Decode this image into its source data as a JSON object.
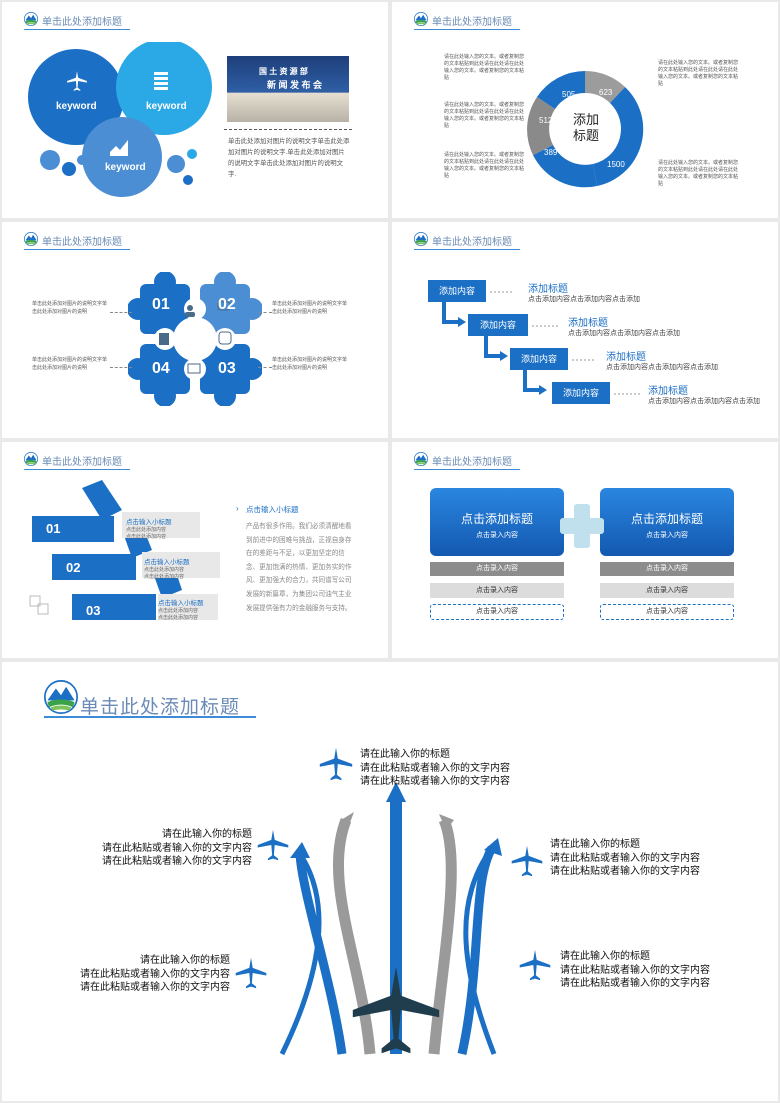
{
  "header_title": "单击此处添加标题",
  "s1": {
    "keywords": [
      "keyword",
      "keyword",
      "keyword"
    ],
    "photo_banner": [
      "国 土 资 源 部",
      "新 闻 发 布 会"
    ],
    "desc": "单击此处添加对图片的说明文字单击此处添加对图片的说明文字.单击此处添加对图片的说明文字单击此处添加对图片的说明文字."
  },
  "s2": {
    "center": [
      "添加",
      "标题"
    ],
    "values": [
      "505",
      "623",
      "512",
      "389",
      "1500"
    ],
    "notes": [
      "请在此处输入您的文本。或者复制您的文本粘贴到此处请在此处请在此处输入您的文本。或者复制您的文本粘贴",
      "请在此处输入您的文本。或者复制您的文本粘贴到此处请在此处请在此处输入您的文本。或者复制您的文本粘贴",
      "请在此处输入您的文本。或者复制您的文本粘贴到此处请在此处请在此处输入您的文本。或者复制您的文本粘贴",
      "请在此处输入您的文本。或者复制您的文本粘贴到此处请在此处请在此处输入您的文本。或者复制您的文本粘贴",
      "请在此处输入您的文本。或者复制您的文本粘贴到此处请在此处请在此处输入您的文本。或者复制您的文本粘贴"
    ]
  },
  "s3": {
    "nums": [
      "01",
      "02",
      "03",
      "04"
    ],
    "notes": [
      "单击此处添加对图片的说明文字单击此处添加对图片的说明",
      "单击此处添加对图片的说明文字单击此处添加对图片的说明",
      "单击此处添加对图片的说明文字单击此处添加对图片的说明",
      "单击此处添加对图片的说明文字单击此处添加对图片的说明"
    ]
  },
  "s4": {
    "box": "添加内容",
    "title": "添加标题",
    "sub": "点击添加内容点击添加内容点击添加"
  },
  "s5": {
    "nums": [
      "01",
      "02",
      "03"
    ],
    "sub_title": "点击输入小标题",
    "sub_line": "点击此处添加内容",
    "right_title": "点击输入小标题",
    "para": "产品有很多作用。我们必须清醒地看到前进中的困难与挑战，正视自身存在的差距与不足，以更加坚定的信念、更加饱满的热情、更加务实的作风、更加强大的合力，共同谱写公司发展的新篇章，为集团公司油气主业发展提供强有力的金融服务与支持。"
  },
  "s6": {
    "card_title": "点击添加标题",
    "card_sub": "点击录入内容",
    "rows": [
      "点击录入内容",
      "点击录入内容",
      "点击录入内容"
    ]
  },
  "s7": {
    "title": "单击此处添加标题",
    "blocks": [
      {
        "title": "请在此输入你的标题",
        "l1": "请在此粘贴或者输入你的文字内容",
        "l2": "请在此粘贴或者输入你的文字内容"
      },
      {
        "title": "请在此输入你的标题",
        "l1": "请在此粘贴或者输入你的文字内容",
        "l2": "请在此粘贴或者输入你的文字内容"
      },
      {
        "title": "请在此输入你的标题",
        "l1": "请在此粘贴或者输入你的文字内容",
        "l2": "请在此粘贴或者输入你的文字内容"
      },
      {
        "title": "请在此输入你的标题",
        "l1": "请在此粘贴或者输入你的文字内容",
        "l2": "请在此粘贴或者输入你的文字内容"
      },
      {
        "title": "请在此输入你的标题",
        "l1": "请在此粘贴或者输入你的文字内容",
        "l2": "请在此粘贴或者输入你的文字内容"
      }
    ]
  },
  "colors": {
    "primary": "#1b6fc4",
    "light": "#2aa9e6",
    "mid": "#4c8ed4",
    "gray": "#9a9a9a",
    "dark": "#1a3a4a"
  }
}
